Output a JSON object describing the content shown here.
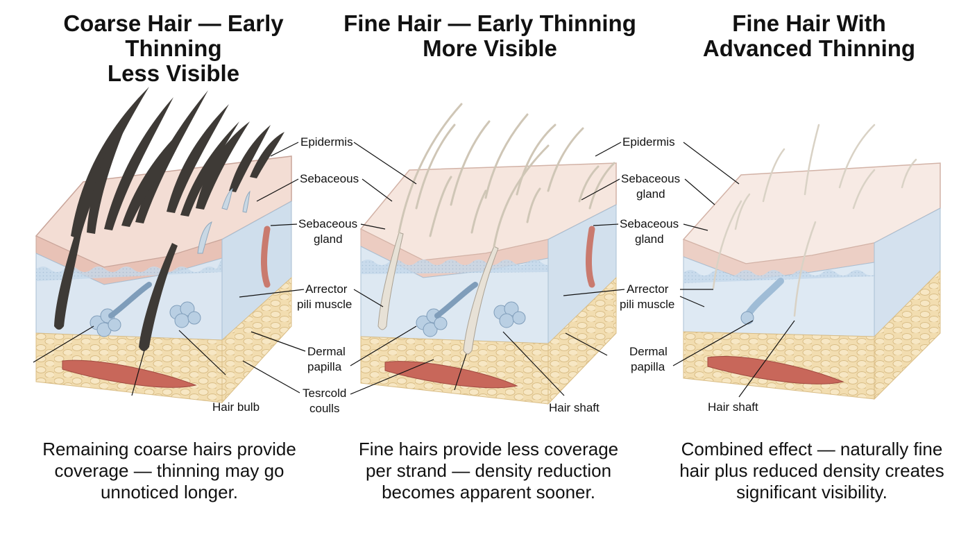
{
  "panels": [
    {
      "title_lines": [
        "Coarse Hair — Early Thinning",
        "Less Visible"
      ],
      "labels": {
        "epidermis": "Epidermis",
        "sebaceous": "Sebaceous",
        "sebaceous_gland": [
          "Sebaceous",
          "gland"
        ],
        "arrector": [
          "Arrector",
          "pili muscle"
        ],
        "dermal_papilla": [
          "Dermal",
          "papilla"
        ],
        "fat_cells": [
          "Tesrcold",
          "coulls"
        ],
        "hair_bulb": "Hair bulb"
      },
      "caption_lines": [
        "Remaining coarse hairs provide",
        "coverage — thinning may go",
        "unnoticed longer."
      ]
    },
    {
      "title_lines": [
        "Fine Hair — Early Thinning",
        "More Visible"
      ],
      "labels": {
        "epidermis": "Epidermis",
        "sebaceous_gland_1": [
          "Sebaceous",
          "gland"
        ],
        "sebaceous_gland_2": [
          "Sebaceous",
          "gland"
        ],
        "arrector": [
          "Arrector",
          "pili muscle"
        ],
        "hair_shaft": "Hair shaft"
      },
      "caption_lines": [
        "Fine hairs provide less coverage",
        "per strand — density reduction",
        "becomes apparent sooner."
      ]
    },
    {
      "title_lines": [
        "Fine Hair With",
        "Advanced Thinning"
      ],
      "labels": {
        "dermal_papilla": [
          "Dermal",
          "papilla"
        ],
        "hair_shaft": "Hair shaft"
      },
      "caption_lines": [
        "Combined effect — naturally fine",
        "hair plus reduced density creates",
        "significant visibility."
      ]
    }
  ],
  "colors": {
    "skin_top": "#f3ddd4",
    "skin_front": "#e9c6bb",
    "dermis": "#d6e4f0",
    "fat": "#f2ddb0",
    "muscle": "#c8675a",
    "coarse_hair": "#3e3a36",
    "fine_hair": "#d8d0c2"
  }
}
